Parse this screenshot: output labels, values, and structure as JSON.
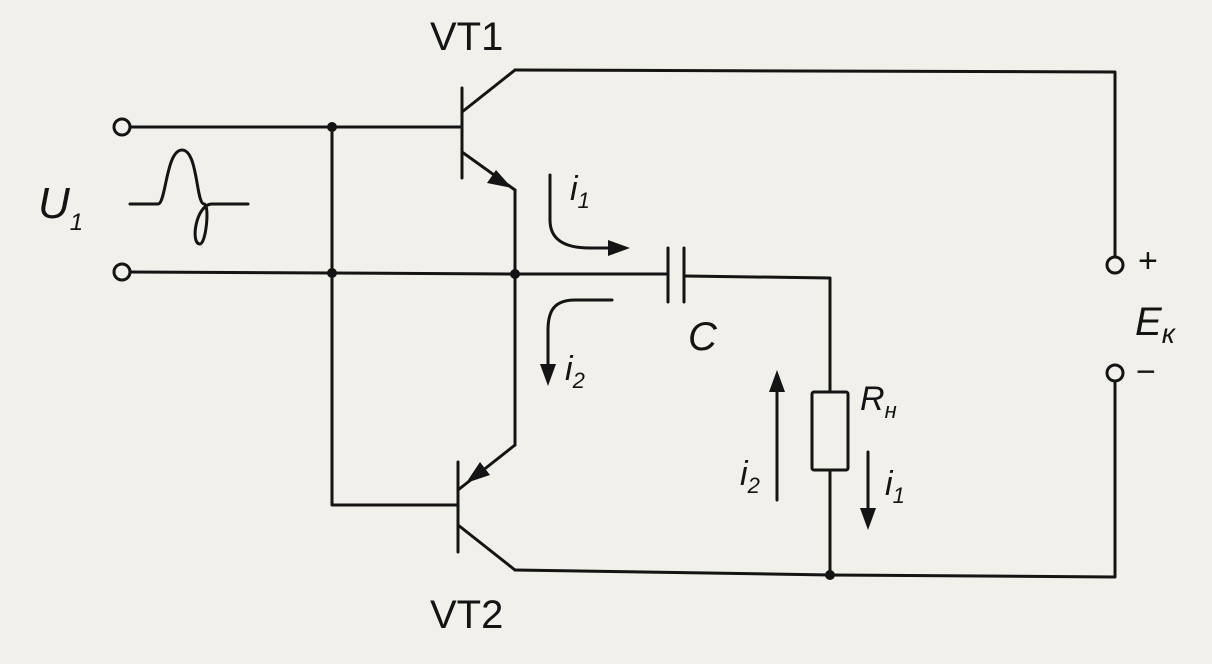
{
  "labels": {
    "vt1": "VT1",
    "vt2": "VT2",
    "input_main": "U",
    "input_sub": "1",
    "capacitor": "C",
    "load_main": "R",
    "load_sub": "н",
    "supply_main": "E",
    "supply_sub": "к",
    "supply_plus": "+",
    "supply_minus": "−",
    "current1_main": "i",
    "current1_sub": "1",
    "current2_main": "i",
    "current2_sub": "2",
    "load_current1_main": "i",
    "load_current1_sub": "1",
    "load_current2_main": "i",
    "load_current2_sub": "2"
  }
}
